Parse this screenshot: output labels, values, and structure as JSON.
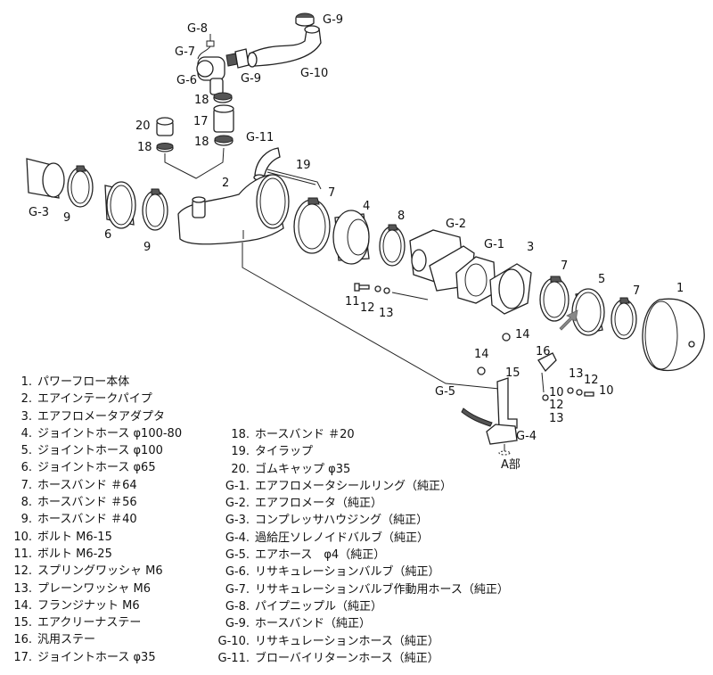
{
  "callouts": {
    "g8": "G-8",
    "g9_top": "G-9",
    "g7": "G-7",
    "g6": "G-6",
    "g9_mid": "G-9",
    "g10": "G-10",
    "p18_top": "18",
    "p17": "17",
    "p20": "20",
    "p18_left": "18",
    "p18_right": "18",
    "g11": "G-11",
    "p19": "19",
    "p2": "2",
    "g3": "G-3",
    "p9_left": "9",
    "p6": "6",
    "p9_right": "9",
    "p7_mid": "7",
    "p4": "4",
    "p8": "8",
    "g2": "G-2",
    "g1": "G-1",
    "p3": "3",
    "p7_right1": "7",
    "p5": "5",
    "p7_right2": "7",
    "p1": "1",
    "p11": "11",
    "p12_left": "12",
    "p13_left": "13",
    "p14_mid": "14",
    "p14_lower": "14",
    "p16": "16",
    "p15": "15",
    "p13_right": "13",
    "p12_right": "12",
    "p10_a": "10",
    "p10_b": "10",
    "p12_b": "12",
    "p13_b": "13",
    "g5": "G-5",
    "g4": "G-4",
    "detail_a": "A部"
  },
  "legend_left": [
    {
      "num": "1.",
      "text": "パワーフロー本体"
    },
    {
      "num": "2.",
      "text": "エアインテークパイプ"
    },
    {
      "num": "3.",
      "text": "エアフロメータアダプタ"
    },
    {
      "num": "4.",
      "text": "ジョイントホース φ100-80"
    },
    {
      "num": "5.",
      "text": "ジョイントホース φ100"
    },
    {
      "num": "6.",
      "text": "ジョイントホース φ65"
    },
    {
      "num": "7.",
      "text": "ホースバンド ＃64"
    },
    {
      "num": "8.",
      "text": "ホースバンド ＃56"
    },
    {
      "num": "9.",
      "text": "ホースバンド ＃40"
    },
    {
      "num": "10.",
      "text": "ボルト M6-15"
    },
    {
      "num": "11.",
      "text": "ボルト M6-25"
    },
    {
      "num": "12.",
      "text": "スプリングワッシャ M6"
    },
    {
      "num": "13.",
      "text": "プレーンワッシャ M6"
    },
    {
      "num": "14.",
      "text": "フランジナット M6"
    },
    {
      "num": "15.",
      "text": "エアクリーナステー"
    },
    {
      "num": "16.",
      "text": "汎用ステー"
    },
    {
      "num": "17.",
      "text": "ジョイントホース φ35"
    }
  ],
  "legend_right": [
    {
      "num": "18.",
      "text": "ホースバンド ＃20"
    },
    {
      "num": "19.",
      "text": "タイラップ"
    },
    {
      "num": "20.",
      "text": "ゴムキャップ φ35"
    },
    {
      "num": "G-1.",
      "text": "エアフロメータシールリング（純正）"
    },
    {
      "num": "G-2.",
      "text": "エアフロメータ（純正）"
    },
    {
      "num": "G-3.",
      "text": "コンプレッサハウジング（純正）"
    },
    {
      "num": "G-4.",
      "text": "過給圧ソレノイドバルブ（純正）"
    },
    {
      "num": "G-5.",
      "text": "エアホース　φ4（純正）"
    },
    {
      "num": "G-6.",
      "text": "リサキュレーションバルブ（純正）"
    },
    {
      "num": "G-7.",
      "text": "リサキュレーションバルブ作動用ホース（純正）"
    },
    {
      "num": "G-8.",
      "text": "パイプニップル（純正）"
    },
    {
      "num": "G-9.",
      "text": "ホースバンド（純正）"
    },
    {
      "num": "G-10.",
      "text": "リサキュレーションホース（純正）"
    },
    {
      "num": "G-11.",
      "text": "ブローバイリターンホース（純正）"
    }
  ]
}
